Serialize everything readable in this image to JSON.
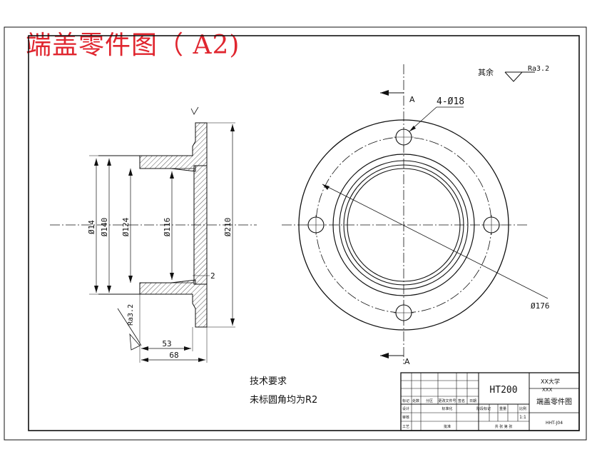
{
  "title": "端盖零件图（ A2)",
  "roughness": {
    "prefix": "其余",
    "value": "Ra3.2",
    "side_value": "Ra3.2"
  },
  "section_marks": {
    "top": "A",
    "bottom": "A"
  },
  "dimensions": {
    "holes": "4-Ø18",
    "d140": "Ø140",
    "d124": "Ø124",
    "d116": "Ø116",
    "d210": "Ø210",
    "d176": "Ø176",
    "d14x": "Ø14",
    "small2": "2",
    "len53": "53",
    "len68": "68"
  },
  "tech": {
    "heading": "技术要求",
    "line1": "未标圆角均为R2"
  },
  "titleblock": {
    "material": "HT200",
    "school": "XX大学",
    "dept": "XXX",
    "part_name": "端盖零件图",
    "scale": "1:1",
    "drawing_no": "HHT-J04",
    "sheets": "共 张 第 张",
    "labels": [
      "标记",
      "处数",
      "分区",
      "更改文件号",
      "签名",
      "日期",
      "设计",
      "标准化",
      "阶段标记",
      "重量",
      "比例",
      "审核",
      "工艺",
      "批准"
    ]
  },
  "colors": {
    "title_red": "#e0262f",
    "line": "#111111"
  }
}
